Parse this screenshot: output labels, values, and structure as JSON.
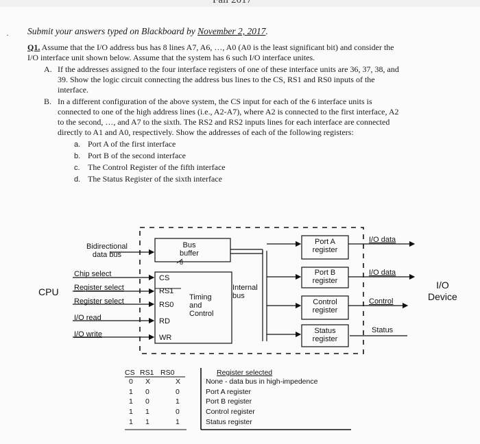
{
  "page_header_fragment": "Fall 2017",
  "submit_line": {
    "prefix": "Submit your answers typed on Blackboard by ",
    "date": "November 2, 2017",
    "suffix": "."
  },
  "q1": {
    "label": "Q1.",
    "line1": " Assume that the I/O address bus has 8 lines A7, A6, …, A0 (A0 is the least significant bit) and consider the",
    "line2": "I/O interface unit shown below. Assume that the system has 6 such I/O interface unites.",
    "partA": {
      "marker": "A.",
      "lines": [
        "If the addresses assigned to the four interface registers of one of these interface units are 36, 37, 38, and",
        "39. Show the logic circuit connecting the address bus lines to the CS, RS1 and RS0 inputs of the",
        "interface."
      ]
    },
    "partB": {
      "marker": "B.",
      "lines": [
        "In a different configuration of the above system, the CS input for each of the 6 interface units is",
        "connected to one of the high address lines (i.e., A2-A7), where A2 is connected to the first interface, A2",
        "to the second, …, and A7 to the sixth. The RS2 and RS2 inputs lines for each interface are connected",
        "directly to A1 and A0, respectively. Show the addresses of each of the following registers:"
      ],
      "items": [
        {
          "marker": "a.",
          "text": "Port A of the first interface"
        },
        {
          "marker": "b.",
          "text": "Port B of the second interface"
        },
        {
          "marker": "c.",
          "text": "The Control Register of the fifth interface"
        },
        {
          "marker": "d.",
          "text": "The Status Register of the sixth interface"
        }
      ]
    }
  },
  "diagram": {
    "cpu_label": "CPU",
    "device_label": "I/O\nDevice",
    "left_signals": [
      "Bidirectional\ndata bus",
      "Chip select",
      "Register select",
      "Register select",
      "I/O read",
      "I/O write"
    ],
    "bus_buffer": "Bus\nbuffer",
    "bus_width": "8",
    "control_inputs": [
      "CS",
      "RS1",
      "RS0",
      "RD",
      "WR"
    ],
    "timing": "Timing\nand\nControl",
    "internal_bus": "Internal\nbus",
    "registers": [
      "Port A\nregister",
      "Port B\nregister",
      "Control\nregister",
      "Status\nregister"
    ],
    "right_signals": [
      "I/O data",
      "I/O data",
      "Control",
      "Status"
    ]
  },
  "table": {
    "headers": [
      "CS",
      "RS1",
      "RS0",
      "Register selected"
    ],
    "rows": [
      [
        "0",
        "X",
        "X",
        "None - data bus in high-impedence"
      ],
      [
        "1",
        "0",
        "0",
        "Port A register"
      ],
      [
        "1",
        "0",
        "1",
        "Port B register"
      ],
      [
        "1",
        "1",
        "0",
        "Control register"
      ],
      [
        "1",
        "1",
        "1",
        "Status register"
      ]
    ]
  }
}
